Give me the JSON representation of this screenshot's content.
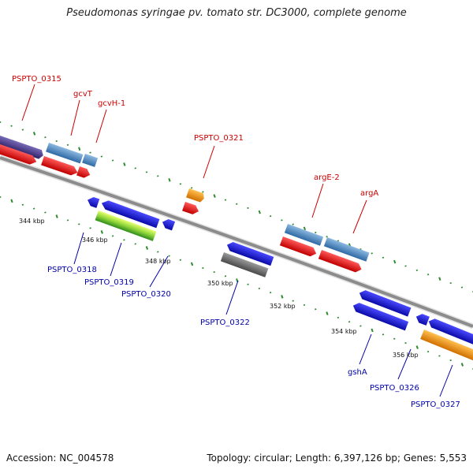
{
  "title": "Pseudomonas syringae pv. tomato str. DC3000, complete genome",
  "accession_label": "Accession:",
  "accession": "NC_004578",
  "summary": "Topology: circular; Length: 6,397,126 bp; Genes: 5,553",
  "colors": {
    "backbone": "#8c8c8c",
    "tick": "#2e8b2e",
    "top_label": "#cc0000",
    "bottom_label": "#0000aa",
    "cds_red": "#ee1111",
    "gene_steel": "#4a86c0",
    "gene_purple": "#4b3a8c",
    "gene_orange": "#f5960f",
    "cds_blue": "#1a1ad9",
    "gene_green": "#66cc33",
    "gene_gray": "#6e6e6e"
  },
  "scale_labels": [
    "344 kbp",
    "346 kbp",
    "348 kbp",
    "350 kbp",
    "352 kbp",
    "354 kbp",
    "356 kbp"
  ],
  "top_gene_labels": [
    "PSPTO_0315",
    "gcvT",
    "gcvH-1",
    "PSPTO_0321",
    "argE-2",
    "argA"
  ],
  "bottom_gene_labels": [
    "PSPTO_0318",
    "PSPTO_0319",
    "PSPTO_0320",
    "PSPTO_0322",
    "gshA",
    "PSPTO_0326",
    "PSPTO_0327"
  ]
}
